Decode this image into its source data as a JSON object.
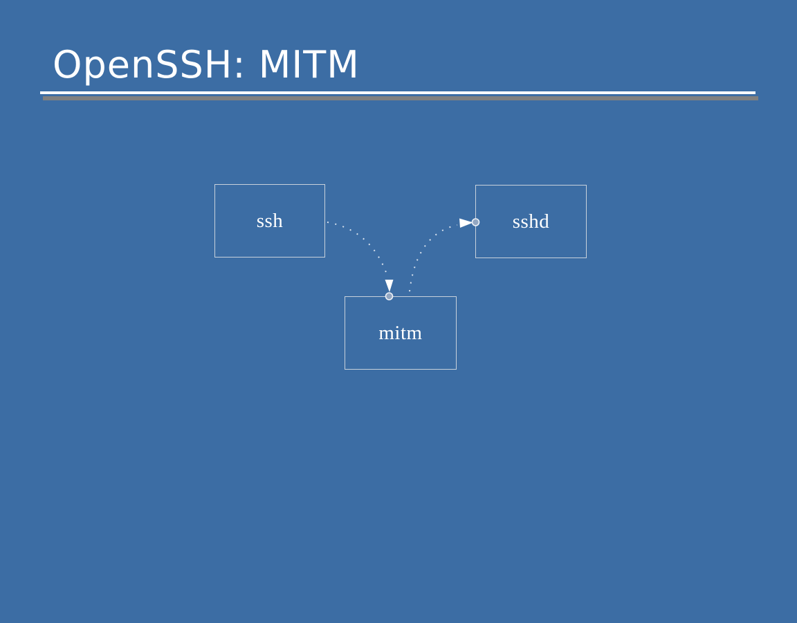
{
  "slide": {
    "title": "OpenSSH: MITM",
    "background_color": "#3c6da4",
    "title_color": "#ffffff",
    "title_rule_color": "#ffffff",
    "title_rule_shadow_color": "#808080"
  },
  "diagram": {
    "nodes": [
      {
        "id": "ssh",
        "label": "ssh"
      },
      {
        "id": "sshd",
        "label": "sshd"
      },
      {
        "id": "mitm",
        "label": "mitm"
      }
    ],
    "edges": [
      {
        "from": "ssh",
        "to": "mitm",
        "style": "dotted",
        "arrowhead": "filled-wedge",
        "endpoint": "circle"
      },
      {
        "from": "mitm",
        "to": "sshd",
        "style": "dotted",
        "arrowhead": "filled-wedge",
        "endpoint": "circle"
      }
    ],
    "node_border_color": "#c9d2dc",
    "node_label_color": "#ffffff",
    "connector_dot_color": "#d8e2ee",
    "arrowhead_color": "#ffffff",
    "connection_point_fill": "#93a7c2",
    "connection_point_stroke": "#eef2f7"
  }
}
